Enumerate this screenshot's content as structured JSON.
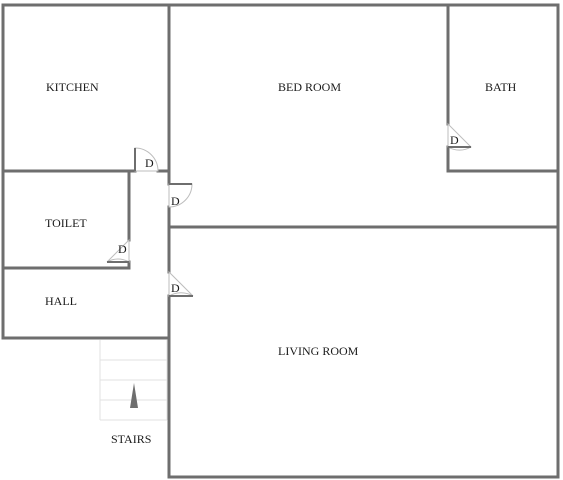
{
  "rooms": {
    "kitchen": "KITCHEN",
    "bedroom": "BED ROOM",
    "bath": "BATH",
    "toilet": "TOILET",
    "hall": "HALL",
    "living_room": "LIVING ROOM",
    "stairs": "STAIRS"
  },
  "door_label": "D",
  "colors": {
    "wall": "#6e6e6e",
    "text": "#1a1a1a",
    "stair_lines": "#e2e2e2",
    "background": "#ffffff"
  }
}
